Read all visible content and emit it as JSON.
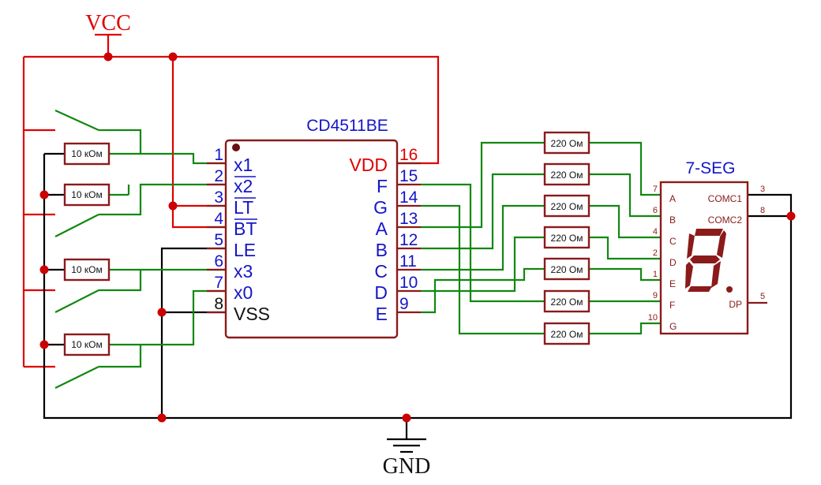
{
  "power": {
    "vcc": "VCC",
    "gnd": "GND"
  },
  "decoder": {
    "name": "CD4511BE",
    "left_pins": [
      {
        "num": "1",
        "label": "x1"
      },
      {
        "num": "2",
        "label": "x2"
      },
      {
        "num": "3",
        "label": "LT"
      },
      {
        "num": "4",
        "label": "BT"
      },
      {
        "num": "5",
        "label": "LE"
      },
      {
        "num": "6",
        "label": "x3"
      },
      {
        "num": "7",
        "label": "x0"
      },
      {
        "num": "8",
        "label": "VSS"
      }
    ],
    "right_pins": [
      {
        "num": "16",
        "label": "VDD"
      },
      {
        "num": "15",
        "label": "F"
      },
      {
        "num": "14",
        "label": "G"
      },
      {
        "num": "13",
        "label": "A"
      },
      {
        "num": "12",
        "label": "B"
      },
      {
        "num": "11",
        "label": "C"
      },
      {
        "num": "10",
        "label": "D"
      },
      {
        "num": "9",
        "label": "E"
      }
    ]
  },
  "pullup_resistors": [
    "10 кОм",
    "10 кОм",
    "10 кОм",
    "10 кОм"
  ],
  "segment_resistors": [
    "220 Ом",
    "220 Ом",
    "220 Ом",
    "220 Ом",
    "220 Ом",
    "220 Ом",
    "220 Ом"
  ],
  "display": {
    "name": "7-SEG",
    "left_pins": [
      {
        "num": "7",
        "label": "A"
      },
      {
        "num": "6",
        "label": "B"
      },
      {
        "num": "4",
        "label": "C"
      },
      {
        "num": "2",
        "label": "D"
      },
      {
        "num": "1",
        "label": "E"
      },
      {
        "num": "9",
        "label": "F"
      },
      {
        "num": "10",
        "label": "G"
      }
    ],
    "right_pins": [
      {
        "num": "3",
        "label": "COMC1"
      },
      {
        "num": "8",
        "label": "COMC2"
      },
      {
        "num": "5",
        "label": "DP"
      }
    ]
  },
  "colors": {
    "power_wire": "#e00000",
    "signal_wire": "#118811",
    "ground_wire": "#000000",
    "component": "#8b1a1a",
    "pin_text": "#1515c8"
  }
}
